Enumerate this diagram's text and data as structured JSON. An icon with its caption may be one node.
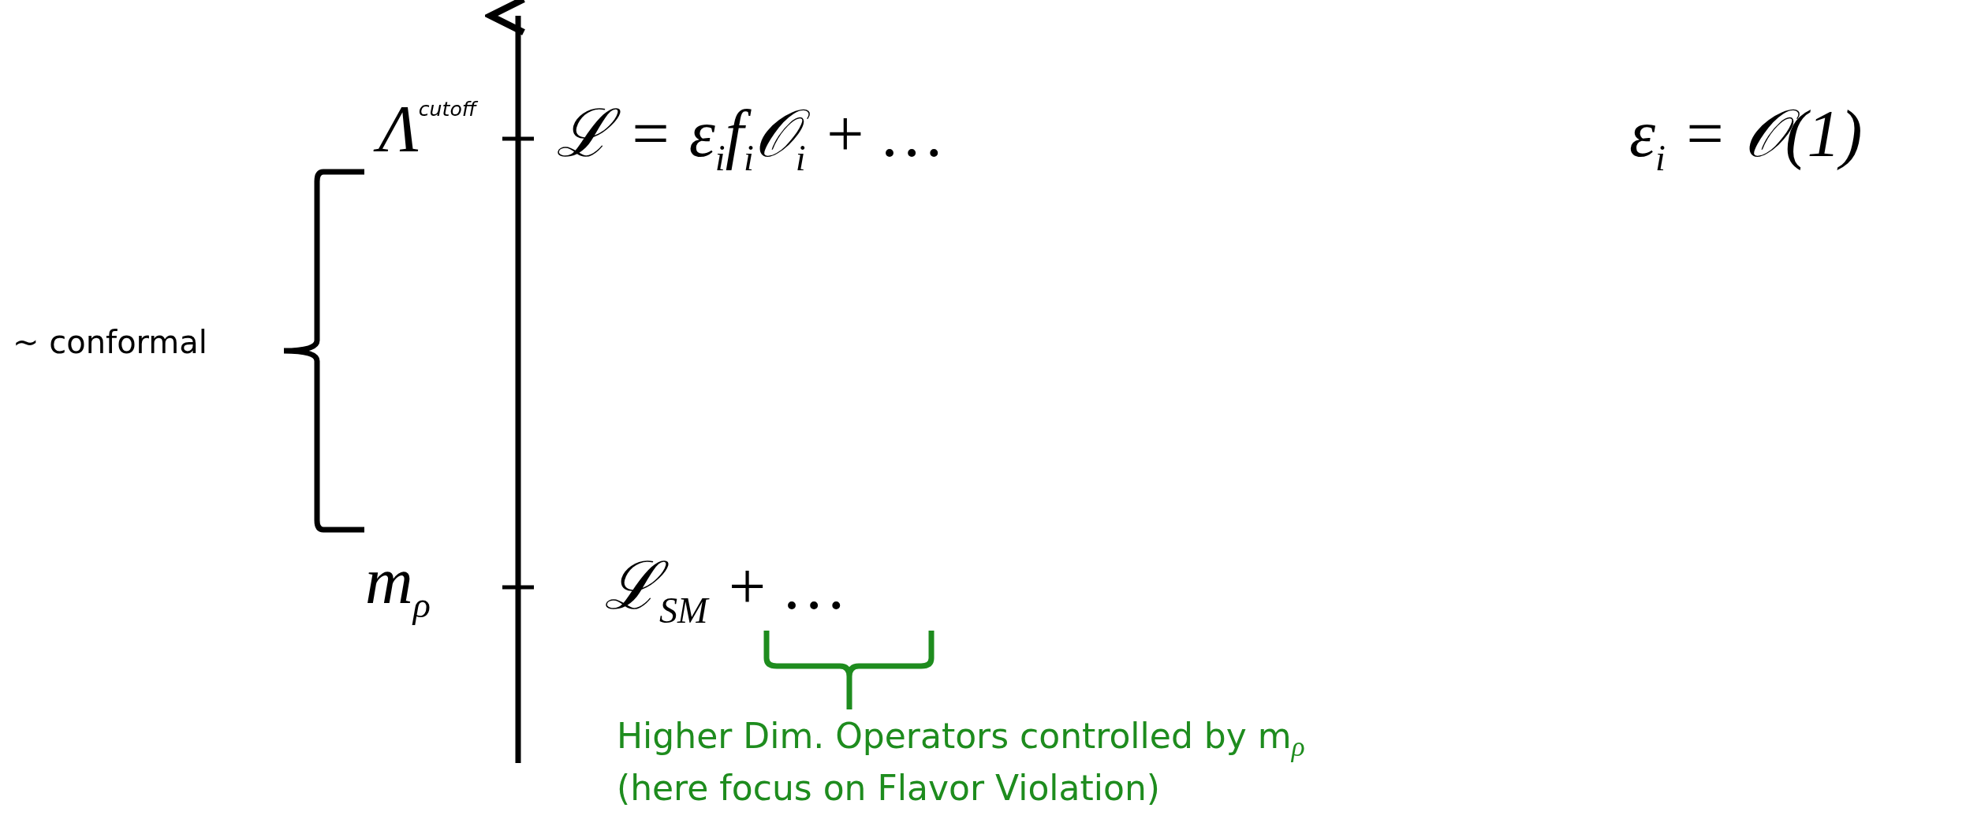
{
  "diagram": {
    "labels": [
      "Λ$^{cutoff}$",
      "ℒ = ε$_{i}$f$_{i}$𝒪$_{i}$ + …",
      "ε$_{i}$ = 𝒪(1)",
      "~ conformal",
      "m$_{ρ}$",
      "ℒ$_{SM}$ + …",
      "Higher Dim. Operators controlled by m$_{ρ}$ (here focus on Flavor Violation)"
    ]
  }
}
